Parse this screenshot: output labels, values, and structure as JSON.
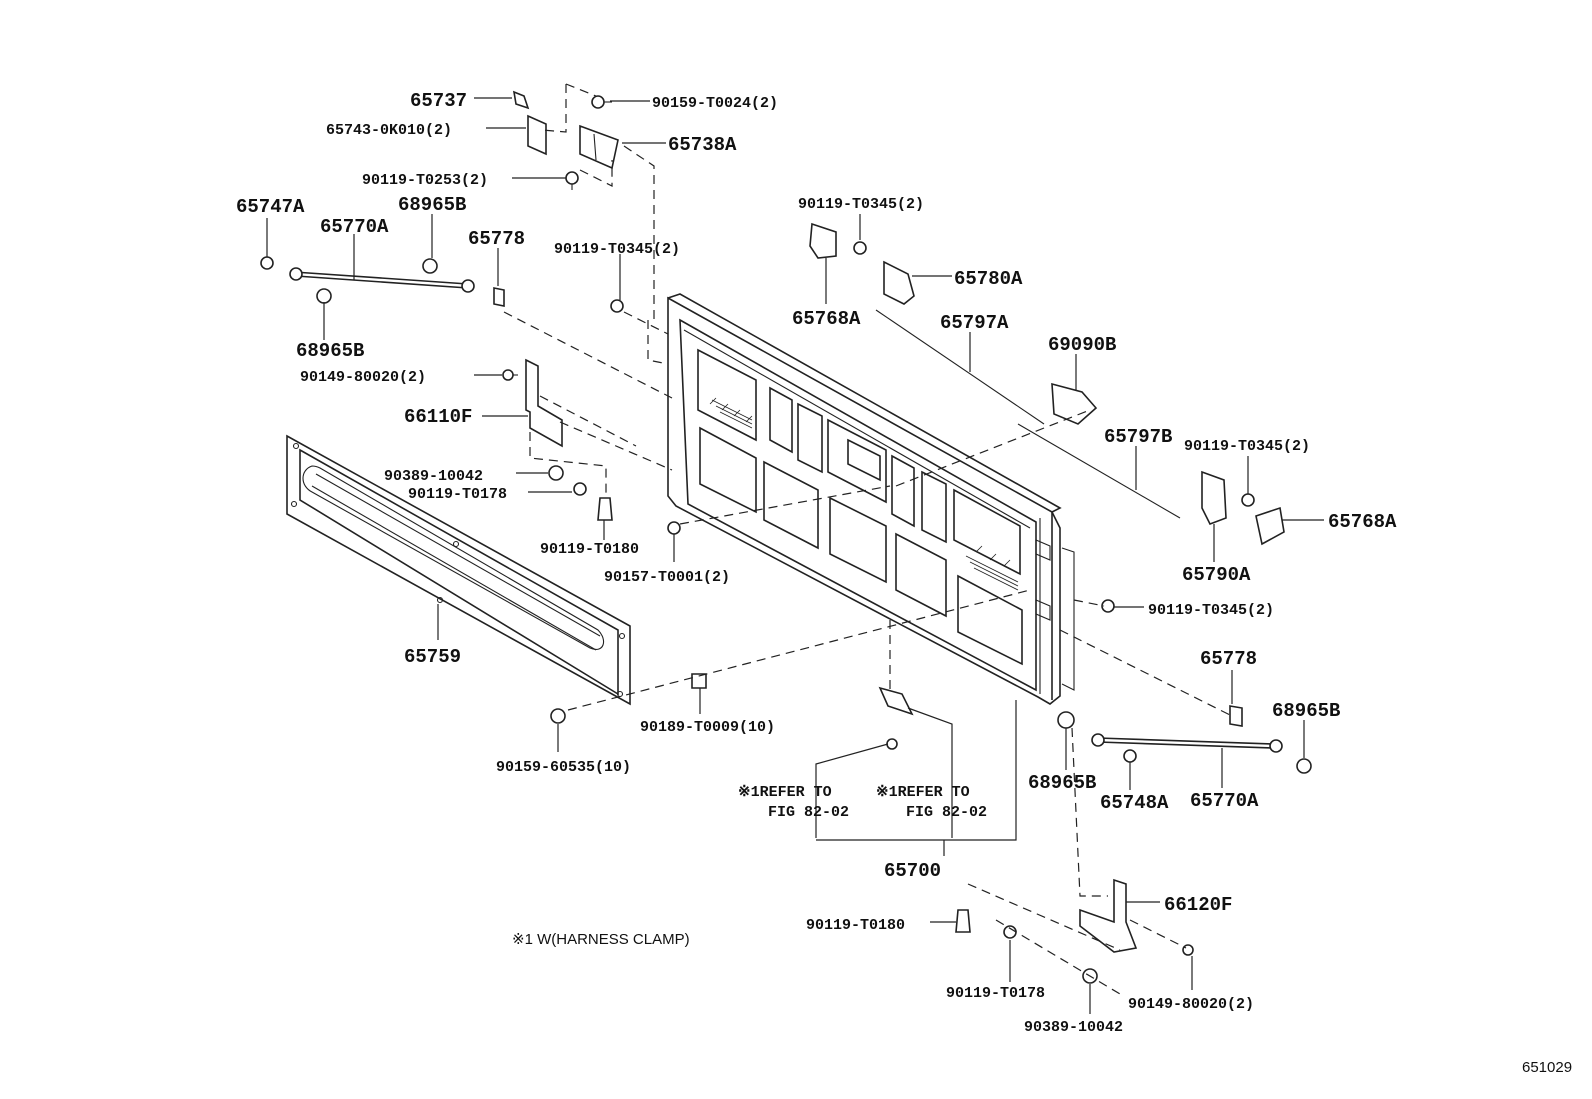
{
  "labels": {
    "p65737": "65737",
    "p65743_0K010": "65743-0K010(2)",
    "p90159_T0024": "90159-T0024(2)",
    "p65738A": "65738A",
    "p90119_T0253": "90119-T0253(2)",
    "p65747A": "65747A",
    "p68965B_top": "68965B",
    "p65770A_left": "65770A",
    "p65778_left": "65778",
    "p90119_T0345_a": "90119-T0345(2)",
    "p90119_T0345_b": "90119-T0345(2)",
    "p68965B_left": "68965B",
    "p90149_80020_top": "90149-80020(2)",
    "p66110F": "66110F",
    "p90389_10042_left": "90389-10042",
    "p90119_T0178_left": "90119-T0178",
    "p90119_T0180_left": "90119-T0180",
    "p90157_T0001": "90157-T0001(2)",
    "p65759": "65759",
    "p90189_T0009": "90189-T0009(10)",
    "p90159_60535": "90159-60535(10)",
    "p65768A_top": "65768A",
    "p65780A": "65780A",
    "p65797A": "65797A",
    "p69090B": "69090B",
    "p65797B": "65797B",
    "p90119_T0345_c": "90119-T0345(2)",
    "p65768A_right": "65768A",
    "p65790A": "65790A",
    "p90119_T0345_d": "90119-T0345(2)",
    "p65778_right": "65778",
    "p68965B_right": "68965B",
    "p68965B_bottom": "68965B",
    "p65748A": "65748A",
    "p65770A_right": "65770A",
    "refer1_line1": "※1REFER TO",
    "refer1_line2": "FIG 82-02",
    "refer2_line1": "※1REFER TO",
    "refer2_line2": "FIG 82-02",
    "p65700": "65700",
    "p66120F": "66120F",
    "p90119_T0180_bottom": "90119-T0180",
    "p90119_T0178_bottom": "90119-T0178",
    "p90149_80020_bottom": "90149-80020(2)",
    "p90389_10042_bottom": "90389-10042"
  },
  "footnote": "※1 W(HARNESS CLAMP)",
  "figure_number": "651029"
}
